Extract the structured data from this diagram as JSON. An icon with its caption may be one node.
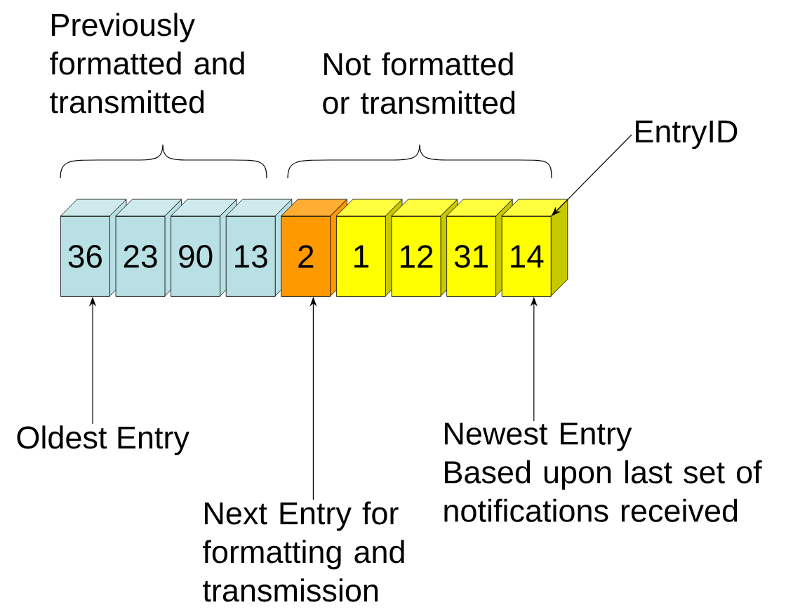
{
  "diagram": {
    "nodes": [
      {
        "text": [
          "36"
        ]
      },
      {
        "text": [
          "23"
        ]
      },
      {
        "text": [
          "90"
        ]
      },
      {
        "text": [
          "13"
        ]
      },
      {
        "text": [
          "2"
        ]
      },
      {
        "text": [
          "1"
        ]
      },
      {
        "text": [
          "12"
        ]
      },
      {
        "text": [
          "31"
        ]
      },
      {
        "text": [
          "14"
        ]
      },
      {
        "text": [
          "EntryID"
        ]
      },
      {
        "text": [
          "Oldest Entry"
        ]
      },
      {
        "text": [
          "Next Entry for formatting and transmission"
        ]
      },
      {
        "text": [
          "Newest Entry",
          "Based upon last set of notifications received"
        ]
      }
    ],
    "edges": [
      {
        "from": 9,
        "to": 8,
        "arrow": "to"
      },
      {
        "from": 10,
        "to": 0,
        "arrow": "to"
      },
      {
        "from": 11,
        "to": 4,
        "arrow": "to"
      },
      {
        "from": 12,
        "to": 8,
        "arrow": "to"
      }
    ],
    "labels": [
      "Previously formatted and transmitted",
      "Not formatted or transmitted"
    ]
  }
}
